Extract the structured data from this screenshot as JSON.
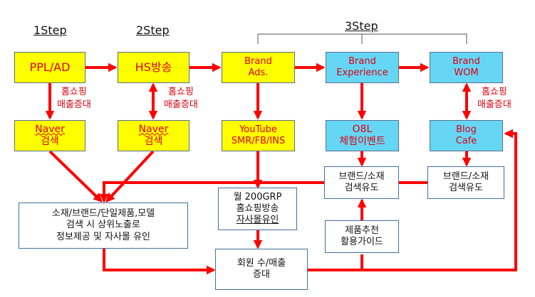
{
  "steps": {
    "s1": "1Step",
    "s2": "2Step",
    "s3": "3Step"
  },
  "nodes": {
    "ppl": "PPL/AD",
    "hs": "HS방송",
    "brand_ads": [
      "Brand",
      "Ads."
    ],
    "brand_exp": [
      "Brand",
      "Experience"
    ],
    "brand_wom": [
      "Brand",
      "WOM"
    ],
    "naver1": [
      "Naver",
      "검색"
    ],
    "naver2": [
      "Naver",
      "검색"
    ],
    "youtube": [
      "YouTube",
      "SMR/FB/INS"
    ],
    "o8l": [
      "O8L",
      "체험이벤트"
    ],
    "blog": [
      "Blog",
      "Cafe"
    ],
    "brand_search1": [
      "브랜드/소재",
      "검색유도"
    ],
    "brand_search2": [
      "브랜드/소재",
      "검색유도"
    ],
    "grp": [
      "월 200GRP",
      "홈쇼핑방송",
      "자사몰유인"
    ],
    "exposure": [
      "소재/브랜드/단일제품,모델",
      "검색 시 상위노출로",
      "정보제공 및 자사몰 유인"
    ],
    "recommend": [
      "제품추천",
      "활용가이드"
    ],
    "sales": [
      "회원 수/매출",
      "증대"
    ]
  },
  "notes": {
    "n1": [
      "홈쇼핑",
      "매출증대"
    ],
    "n2": [
      "홈쇼핑",
      "매출증대"
    ],
    "n3": [
      "홈쇼핑",
      "매출증대"
    ]
  },
  "colors": {
    "arrow": "#ff0000",
    "yellow_box": "#ffff00",
    "blue_box": "#66d6f5",
    "box_text": "#e0000f",
    "white_border": "#41719c"
  }
}
